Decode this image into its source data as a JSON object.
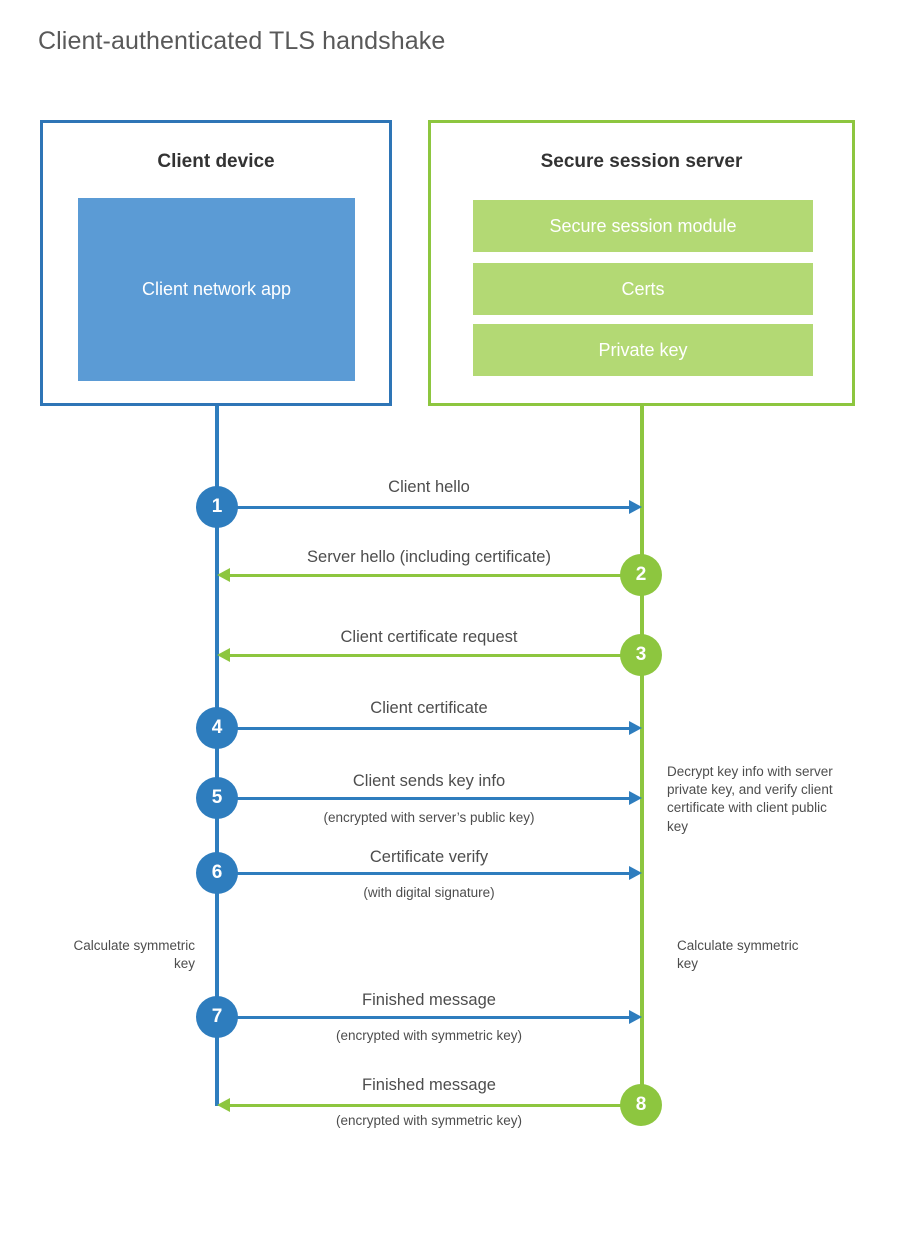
{
  "title": "Client-authenticated TLS handshake",
  "colors": {
    "client_accent": "#2E75B6",
    "client_line": "#2E7DBE",
    "client_app_fill": "#5B9BD5",
    "server_accent": "#8DC63F",
    "server_bar_fill": "#B3D974",
    "text": "#4d4d4d",
    "title_text": "#595959"
  },
  "actors": {
    "client": {
      "title": "Client device",
      "app_label": "Client network app"
    },
    "server": {
      "title": "Secure session server",
      "components": [
        "Secure session module",
        "Certs",
        "Private key"
      ]
    }
  },
  "steps": [
    {
      "number": "1",
      "label": "Client hello",
      "sub": "",
      "direction": "to-server",
      "color": "blue"
    },
    {
      "number": "2",
      "label": "Server hello (including certificate)",
      "sub": "",
      "direction": "to-client",
      "color": "green"
    },
    {
      "number": "3",
      "label": "Client certificate request",
      "sub": "",
      "direction": "to-client",
      "color": "green"
    },
    {
      "number": "4",
      "label": "Client certificate",
      "sub": "",
      "direction": "to-server",
      "color": "blue"
    },
    {
      "number": "5",
      "label": "Client sends key info",
      "sub": "(encrypted with server’s public key)",
      "direction": "to-server",
      "color": "blue"
    },
    {
      "number": "6",
      "label": "Certificate verify",
      "sub": "(with digital signature)",
      "direction": "to-server",
      "color": "blue"
    },
    {
      "number": "7",
      "label": "Finished message",
      "sub": "(encrypted with symmetric key)",
      "direction": "to-server",
      "color": "blue"
    },
    {
      "number": "8",
      "label": "Finished message",
      "sub": "(encrypted with symmetric key)",
      "direction": "to-client",
      "color": "green"
    }
  ],
  "notes": {
    "server_decrypt": "Decrypt key info with server private key, and verify client certificate with client public key",
    "client_calc": "Calculate symmetric key",
    "server_calc": "Calculate symmetric key"
  },
  "chart_data": {
    "type": "diagram",
    "subtype": "sequence-diagram",
    "title": "Client-authenticated TLS handshake",
    "participants": [
      "Client device",
      "Secure session server"
    ],
    "messages": [
      {
        "seq": 1,
        "from": "Client device",
        "to": "Secure session server",
        "text": "Client hello"
      },
      {
        "seq": 2,
        "from": "Secure session server",
        "to": "Client device",
        "text": "Server hello (including certificate)"
      },
      {
        "seq": 3,
        "from": "Secure session server",
        "to": "Client device",
        "text": "Client certificate request"
      },
      {
        "seq": 4,
        "from": "Client device",
        "to": "Secure session server",
        "text": "Client certificate"
      },
      {
        "seq": 5,
        "from": "Client device",
        "to": "Secure session server",
        "text": "Client sends key info",
        "note": "(encrypted with server’s public key)"
      },
      {
        "seq": 6,
        "from": "Client device",
        "to": "Secure session server",
        "text": "Certificate verify",
        "note": "(with digital signature)"
      },
      {
        "seq": 7,
        "from": "Client device",
        "to": "Secure session server",
        "text": "Finished message",
        "note": "(encrypted with symmetric key)"
      },
      {
        "seq": 8,
        "from": "Secure session server",
        "to": "Client device",
        "text": "Finished message",
        "note": "(encrypted with symmetric key)"
      }
    ]
  }
}
